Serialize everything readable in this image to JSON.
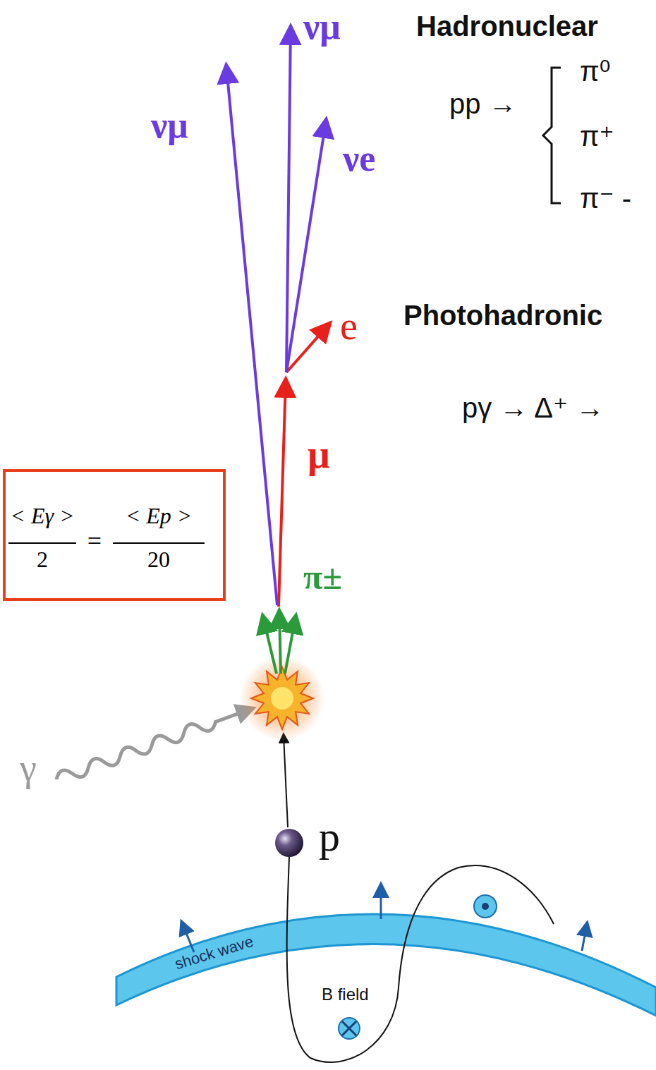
{
  "diagram": {
    "nodes": [
      {
        "text": [
          "< Eγ >",
          "2",
          "=",
          "< Ep >",
          "20"
        ]
      }
    ],
    "labels": [
      "Hadronuclear",
      "pp →",
      "π⁰",
      "π⁺",
      "π⁻ -",
      "Photohadronic",
      "pγ → Δ⁺ →",
      "νμ",
      "νμ",
      "νe",
      "e",
      "μ",
      "π±",
      "γ",
      "p",
      "shock wave",
      "B field"
    ]
  }
}
